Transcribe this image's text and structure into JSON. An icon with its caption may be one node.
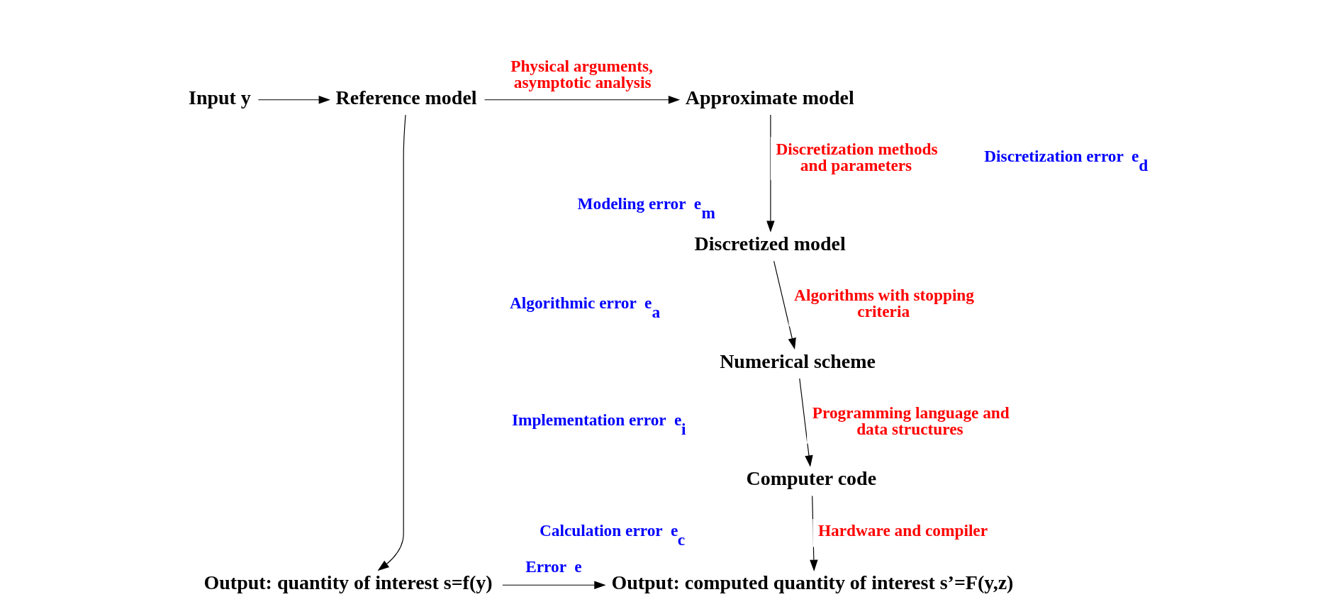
{
  "diagram": {
    "nodes": [
      {
        "text": [
          "Input y"
        ]
      },
      {
        "text": [
          "Reference model"
        ]
      },
      {
        "text": [
          "Approximate model"
        ]
      },
      {
        "text": [
          "Discretized model"
        ]
      },
      {
        "text": [
          "Numerical scheme"
        ]
      },
      {
        "text": [
          "Computer code"
        ]
      },
      {
        "text": [
          "Output: quantity of interest s=f(y)"
        ]
      },
      {
        "text": [
          "Output: computed quantity of interest s’=F(y,z)"
        ]
      }
    ],
    "edges": [
      {
        "from": 0,
        "to": 1,
        "arrow": "to"
      },
      {
        "from": 1,
        "to": 2,
        "arrow": "to",
        "label": "Physical arguments, asymptotic analysis"
      },
      {
        "from": 2,
        "to": 3,
        "arrow": "to",
        "label": "Discretization methods and parameters"
      },
      {
        "from": 3,
        "to": 4,
        "arrow": "to",
        "label": "Algorithms with stopping criteria"
      },
      {
        "from": 4,
        "to": 5,
        "arrow": "to",
        "label": "Programming language and data structures"
      },
      {
        "from": 5,
        "to": 7,
        "arrow": "to",
        "label": "Hardware and compiler"
      },
      {
        "from": 1,
        "to": 6,
        "arrow": "to"
      },
      {
        "from": 6,
        "to": 7,
        "arrow": "to",
        "label": "Error  e"
      }
    ],
    "labels": [
      "Modeling error  e$_{m}$",
      "Discretization error  e$_{d}$",
      "Algorithmic error  e$_{a}$",
      "Implementation error  e$_{i}$",
      "Calculation error  e$_{c}$"
    ]
  }
}
